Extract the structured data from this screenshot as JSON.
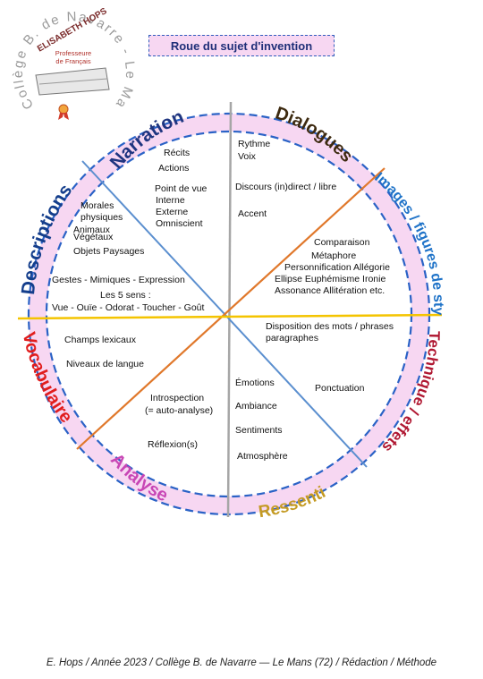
{
  "title": "Roue du sujet d'invention",
  "logo": {
    "arc_text": "Collège B. de Navarre - Le Mans",
    "name": "ELISABETH HOPS",
    "role_line1": "Professeure",
    "role_line2": "de Français"
  },
  "colors": {
    "ring": "#f7d7f2",
    "dash": "#2a62c6",
    "gray_line": "#a6a6a6",
    "blue_line": "#5b8fcf",
    "orange_line": "#e0782b",
    "yellow_line": "#f4c400"
  },
  "sectors": {
    "narration": "Narration",
    "dialogues": "Dialogues",
    "images": "Images / figures de style",
    "technique": "Technique / effets",
    "ressenti": "Ressenti",
    "analyse": "Analyse",
    "vocabulaire": "Vocabulaire",
    "descriptions": "Descriptions"
  },
  "items": {
    "recits": "Récits",
    "actions": "Actions",
    "point_de_vue": "Point de vue",
    "interne": "Interne",
    "externe": "Externe",
    "omniscient": "Omniscient",
    "rythme": "Rythme",
    "voix": "Voix",
    "discours": "Discours (in)direct / libre",
    "accent": "Accent",
    "comparaison": "Comparaison",
    "metaphore": "Métaphore",
    "personnification": "Personnification Allégorie",
    "ellipse": "Ellipse  Euphémisme  Ironie",
    "assonance": "Assonance  Allitération  etc.",
    "disposition1": "Disposition des mots /  phrases",
    "disposition2": "paragraphes",
    "ponctuation": "Ponctuation",
    "emotions": "Émotions",
    "ambiance": "Ambiance",
    "sentiments": "Sentiments",
    "atmosphere": "Atmosphère",
    "introspection": "Introspection",
    "auto_analyse": "(= auto-analyse)",
    "reflexion": "Réflexion(s)",
    "champs": "Champs lexicaux",
    "niveaux": "Niveaux de langue",
    "morales": "Morales",
    "physiques": "physiques",
    "animaux": "Animaux",
    "vegetaux": "Végétaux",
    "objets": "Objets Paysages",
    "gestes": "Gestes -  Mimiques -   Expression",
    "cinq_sens": "Les 5 sens :",
    "sens_liste": "Vue - Ouïe - Odorat  - Toucher  - Goût"
  },
  "footer": "E.  Hops / Année 2023 / Collège B. de Navarre — Le Mans (72) / Rédaction / Méthode"
}
